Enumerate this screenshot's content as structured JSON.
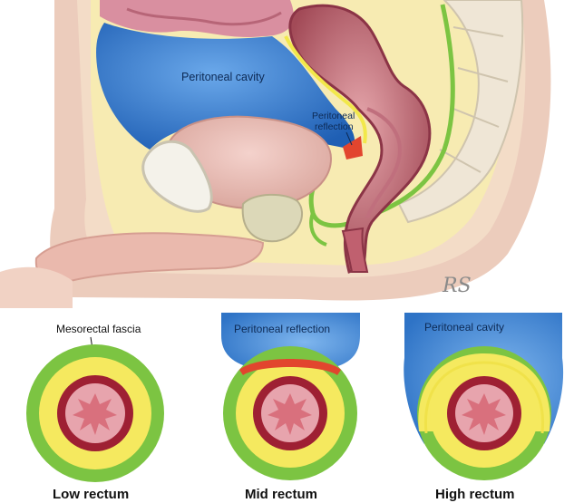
{
  "anatomy": {
    "peritoneal_cavity_label": "Peritoneal cavity",
    "peritoneal_reflection_label_line1": "Peritoneal",
    "peritoneal_reflection_label_line2": "reflection",
    "signature_text": "RS"
  },
  "cross_sections": [
    {
      "caption": "Low rectum",
      "top_label": "Mesorectal fascia"
    },
    {
      "caption": "Mid rectum",
      "top_label": "Peritoneal reflection"
    },
    {
      "caption": "High rectum",
      "top_label": "Peritoneal cavity"
    }
  ],
  "colors": {
    "peritoneal_cavity_blue": "#3f86d1",
    "fascia_green": "#7cc442",
    "mesorectum_yellow": "#f5e95f",
    "reflection_red": "#e2452e",
    "rectal_wall_darkred": "#9e2033",
    "mucosa_pink": "#e7a4ad",
    "lumen_pink": "#d9707d"
  }
}
